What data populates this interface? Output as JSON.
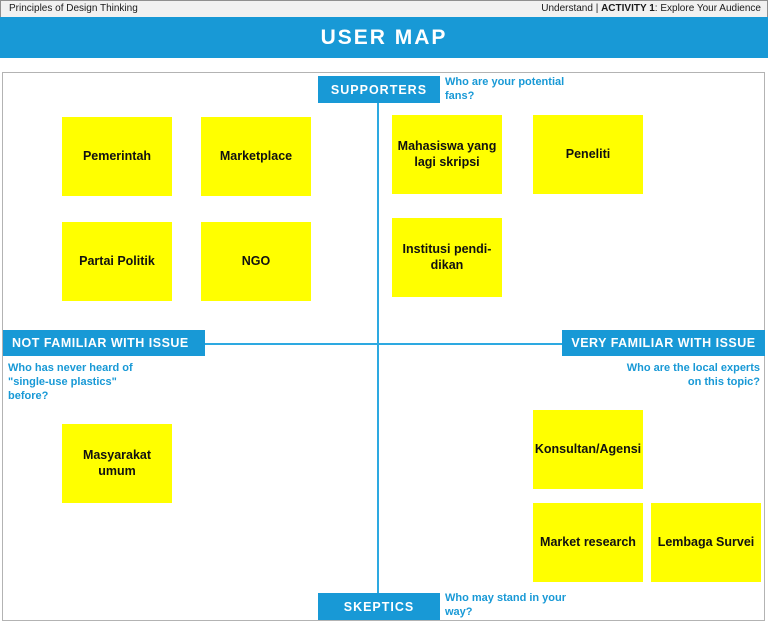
{
  "header": {
    "left": "Principles of Design Thinking",
    "right_prefix": "Understand | ",
    "right_activity": "ACTIVITY 1",
    "right_suffix": ": Explore Your Audience"
  },
  "banner": {
    "title": "USER MAP"
  },
  "colors": {
    "accent_blue": "#1899d6",
    "axis_line_blue": "#2da9e1",
    "sticky_yellow": "#ffff00"
  },
  "axes": {
    "top": {
      "label": "SUPPORTERS",
      "question": "Who are your potential\nfans?"
    },
    "bottom": {
      "label": "SKEPTICS",
      "question": "Who may stand in your\nway?"
    },
    "left": {
      "label": "NOT FAMILIAR WITH ISSUE",
      "question": "Who has never heard of\n\"single-use plastics\"\nbefore?"
    },
    "right": {
      "label": "VERY FAMILIAR WITH ISSUE",
      "question": "Who are the local experts\non this topic?"
    }
  },
  "notes": [
    {
      "text": "Pemerintah",
      "quadrant": "supporters-not-familiar"
    },
    {
      "text": "Marketplace",
      "quadrant": "supporters-not-familiar"
    },
    {
      "text": "Mahasiswa yang\nlagi skripsi",
      "quadrant": "supporters-very-familiar"
    },
    {
      "text": "Peneliti",
      "quadrant": "supporters-very-familiar"
    },
    {
      "text": "Partai Politik",
      "quadrant": "supporters-not-familiar"
    },
    {
      "text": "NGO",
      "quadrant": "supporters-not-familiar"
    },
    {
      "text": "Institusi pendi-\ndikan",
      "quadrant": "supporters-very-familiar"
    },
    {
      "text": "Masyarakat\numum",
      "quadrant": "skeptics-not-familiar"
    },
    {
      "text": "Konsultan/Agensi",
      "quadrant": "skeptics-very-familiar"
    },
    {
      "text": "Market research",
      "quadrant": "skeptics-very-familiar"
    },
    {
      "text": "Lembaga Survei",
      "quadrant": "skeptics-very-familiar"
    }
  ]
}
